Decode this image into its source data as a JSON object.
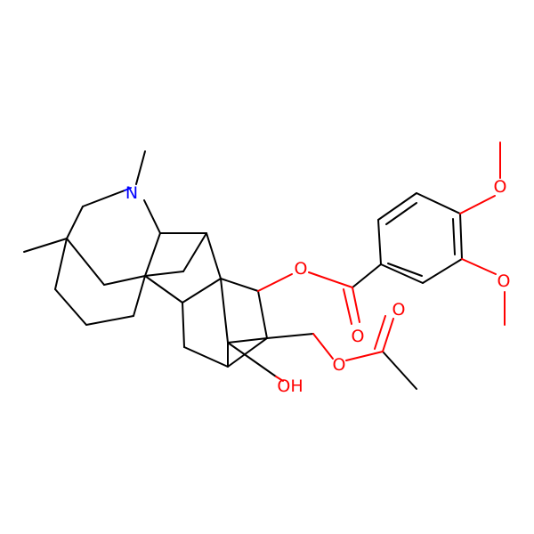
{
  "colors": {
    "background": "#ffffff",
    "carbon_bond": "#000000",
    "oxygen": "#ff0000",
    "nitrogen": "#0000ff"
  },
  "atoms": {
    "nitrogen": "N",
    "ester_oxygen": "O",
    "carbonyl_oxygen_benzoate": "O",
    "methoxy_oxygen_top": "O",
    "methoxy_oxygen_bottom": "O",
    "acetate_ester_oxygen": "O",
    "acetate_carbonyl_oxygen": "O",
    "hydroxyl": "OH"
  }
}
